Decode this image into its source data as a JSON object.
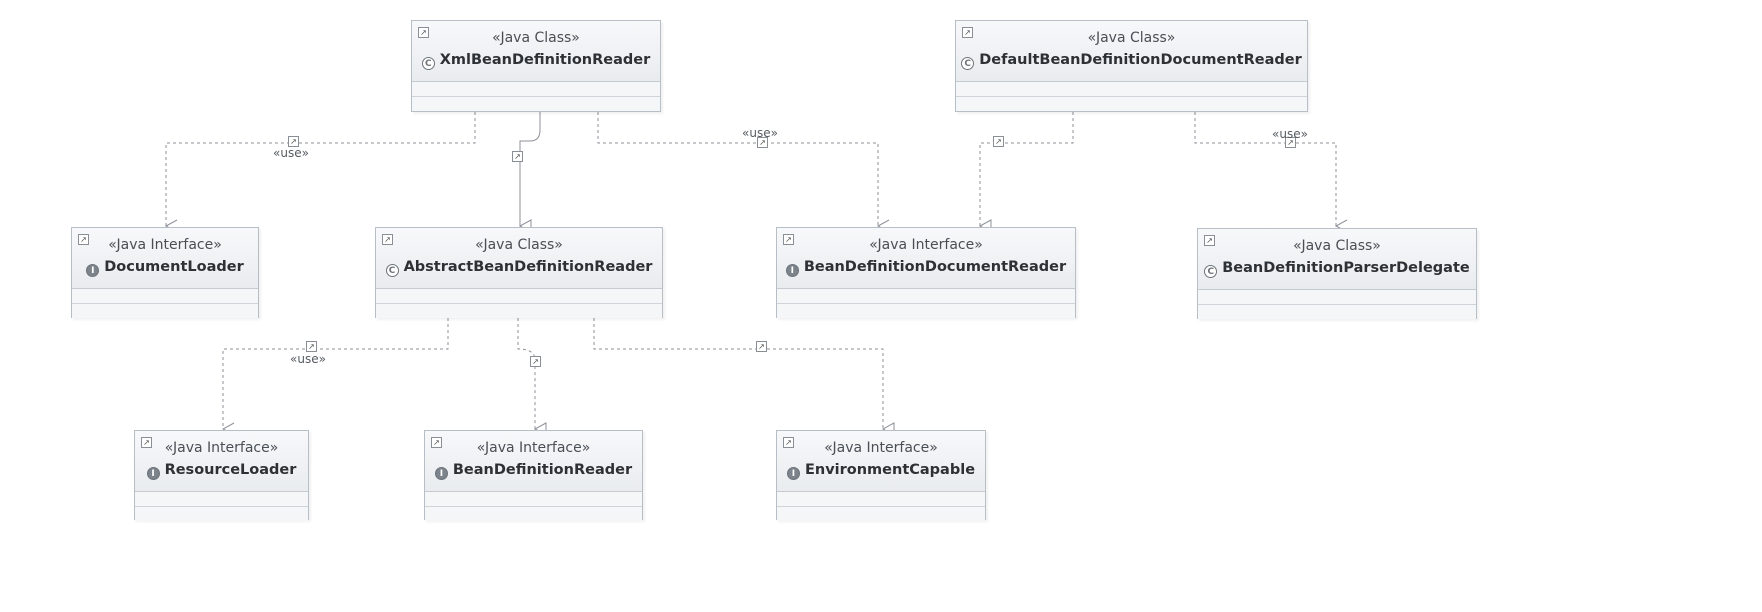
{
  "nodes": {
    "xml_reader": {
      "stereotype": "«Java Class»",
      "name": "XmlBeanDefinitionReader",
      "kind": "class"
    },
    "default_doc": {
      "stereotype": "«Java Class»",
      "name": "DefaultBeanDefinitionDocumentReader",
      "kind": "class"
    },
    "doc_loader": {
      "stereotype": "«Java Interface»",
      "name": "DocumentLoader",
      "kind": "interface"
    },
    "abstract_rdr": {
      "stereotype": "«Java Class»",
      "name": "AbstractBeanDefinitionReader",
      "kind": "class"
    },
    "bdd_reader": {
      "stereotype": "«Java Interface»",
      "name": "BeanDefinitionDocumentReader",
      "kind": "interface"
    },
    "parser_deleg": {
      "stereotype": "«Java Class»",
      "name": "BeanDefinitionParserDelegate",
      "kind": "class"
    },
    "res_loader": {
      "stereotype": "«Java Interface»",
      "name": "ResourceLoader",
      "kind": "interface"
    },
    "bd_reader": {
      "stereotype": "«Java Interface»",
      "name": "BeanDefinitionReader",
      "kind": "interface"
    },
    "env_capable": {
      "stereotype": "«Java Interface»",
      "name": "EnvironmentCapable",
      "kind": "interface"
    }
  },
  "edge_labels": {
    "use1": "«use»",
    "use2": "«use»",
    "use3": "«use»",
    "use4": "«use»"
  },
  "icons": {
    "corner": "link-arrow-icon",
    "class": "class-circle-icon",
    "interface": "interface-circle-icon"
  },
  "colors": {
    "edge": "#8c9198",
    "box_border": "#b8bec6"
  }
}
